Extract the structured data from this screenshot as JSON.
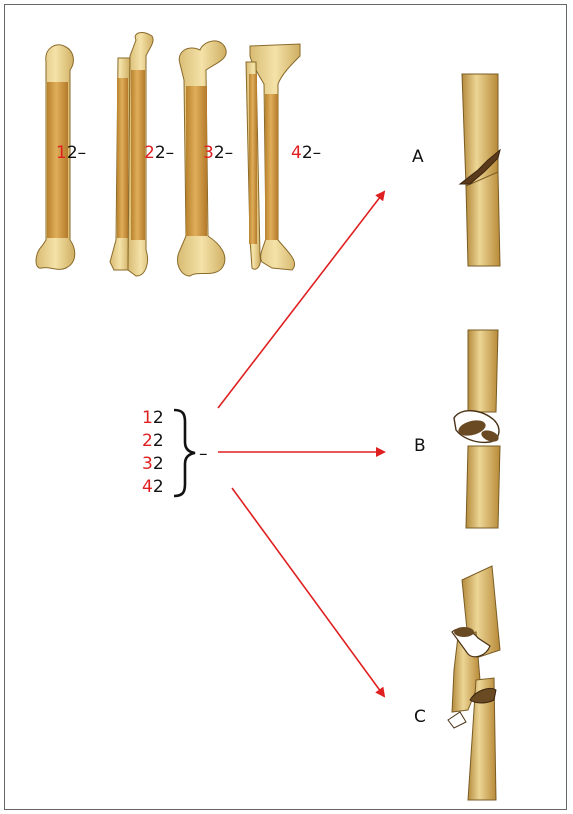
{
  "colors": {
    "accent_red": "#e02020",
    "bone": "#d9a75a",
    "bone_light": "#efd79a",
    "text": "#111111",
    "border": "#666666"
  },
  "bones": [
    {
      "prefix": "1",
      "suffix": "2–"
    },
    {
      "prefix": "2",
      "suffix": "2–"
    },
    {
      "prefix": "3",
      "suffix": "2–"
    },
    {
      "prefix": "4",
      "suffix": "2–"
    }
  ],
  "codes": [
    {
      "prefix": "1",
      "suffix": "2"
    },
    {
      "prefix": "2",
      "suffix": "2"
    },
    {
      "prefix": "3",
      "suffix": "2"
    },
    {
      "prefix": "4",
      "suffix": "2"
    }
  ],
  "dash": "–",
  "types": [
    {
      "label": "A",
      "icon": "spiral-fracture-icon"
    },
    {
      "label": "B",
      "icon": "bending-wedge-fracture-icon"
    },
    {
      "label": "C",
      "icon": "fragmented-wedge-fracture-icon"
    }
  ]
}
